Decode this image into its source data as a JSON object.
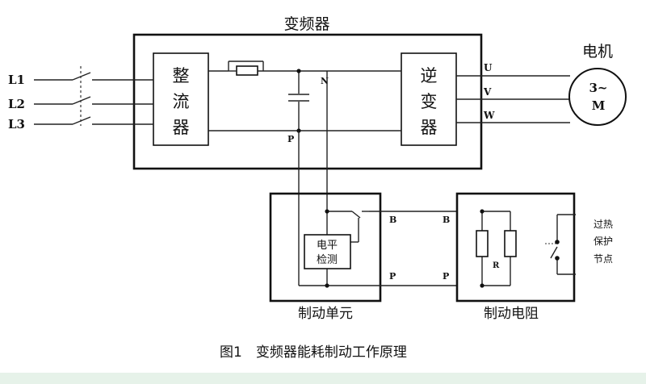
{
  "inverter": {
    "title": "变频器",
    "rectifier": [
      "整",
      "流",
      "器"
    ],
    "inverter_block": [
      "逆",
      "变",
      "器"
    ],
    "bus_n": "N",
    "bus_p": "P"
  },
  "inputs": {
    "l1": "L1",
    "l2": "L2",
    "l3": "L3"
  },
  "outputs": {
    "u": "U",
    "v": "V",
    "w": "W"
  },
  "motor": {
    "title": "电机",
    "label_top": "3~",
    "label_bottom": "M"
  },
  "brake_unit": {
    "title": "制动单元",
    "detector": [
      "电平",
      "检测"
    ],
    "b": "B",
    "p": "P"
  },
  "brake_resistor": {
    "title": "制动电阻",
    "b": "B",
    "p": "P",
    "r": "R",
    "contact": [
      "过热",
      "保护",
      "节点"
    ]
  },
  "caption": "图1　变频器能耗制动工作原理"
}
